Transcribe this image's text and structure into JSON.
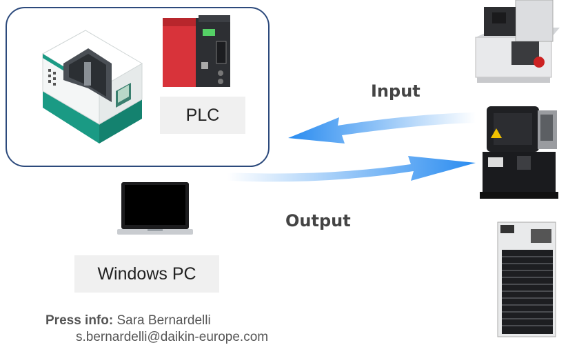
{
  "system": {
    "plc_label": "PLC"
  },
  "pc": {
    "label": "Windows PC"
  },
  "flows": {
    "input_label": "Input",
    "output_label": "Output"
  },
  "press": {
    "heading": "Press info:",
    "name": "Sara Bernardelli",
    "contact_partial": "s.bernardelli@daikin-europe.com"
  }
}
